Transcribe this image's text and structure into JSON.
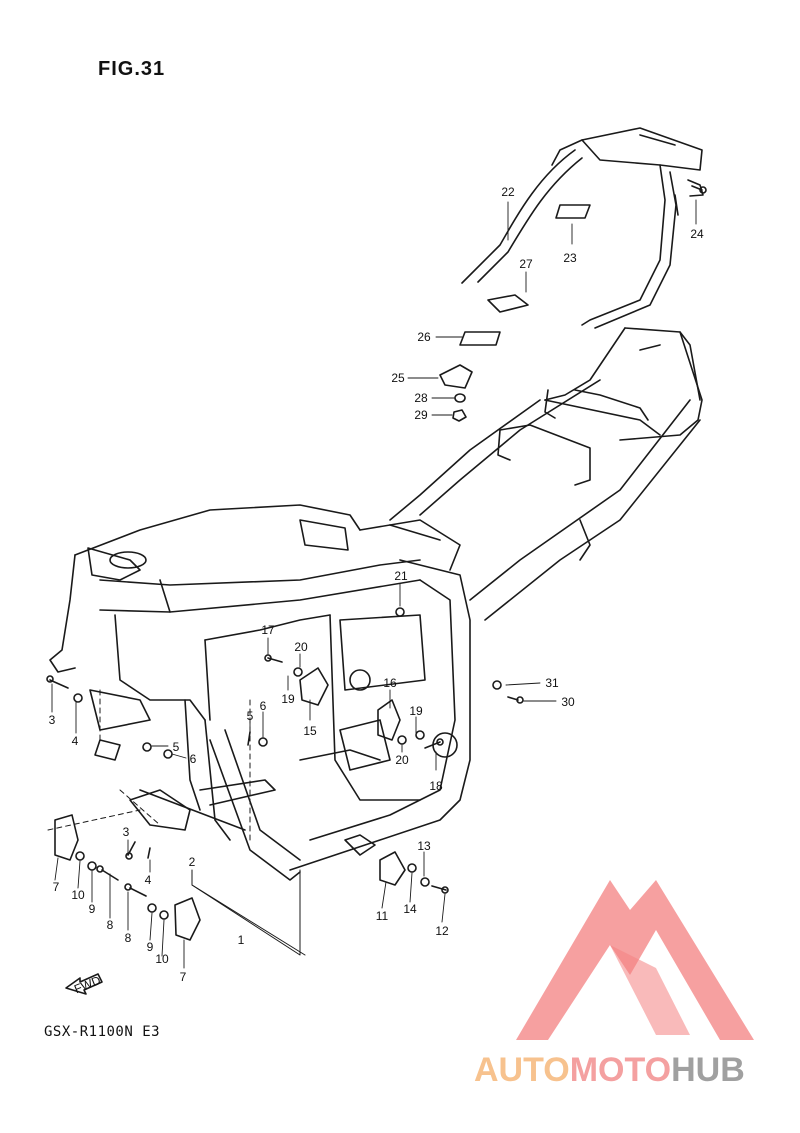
{
  "figure": {
    "title": "FIG.31",
    "model": "GSX-R1100N E3",
    "fwd_label": "FWD"
  },
  "watermark": {
    "part1": "AUTO",
    "part2": "MOTO",
    "part3": "HUB",
    "colors": {
      "auto": "#f7c28e",
      "moto": "#f4a0a0",
      "hub": "#a0a0a0",
      "logo": "#f26b6b"
    }
  },
  "callouts": [
    "1",
    "2",
    "3",
    "3",
    "4",
    "4",
    "5",
    "5",
    "6",
    "6",
    "7",
    "7",
    "8",
    "8",
    "9",
    "9",
    "10",
    "10",
    "11",
    "12",
    "13",
    "14",
    "15",
    "16",
    "17",
    "18",
    "19",
    "19",
    "20",
    "20",
    "21",
    "22",
    "23",
    "24",
    "25",
    "26",
    "27",
    "28",
    "29",
    "30",
    "31"
  ]
}
